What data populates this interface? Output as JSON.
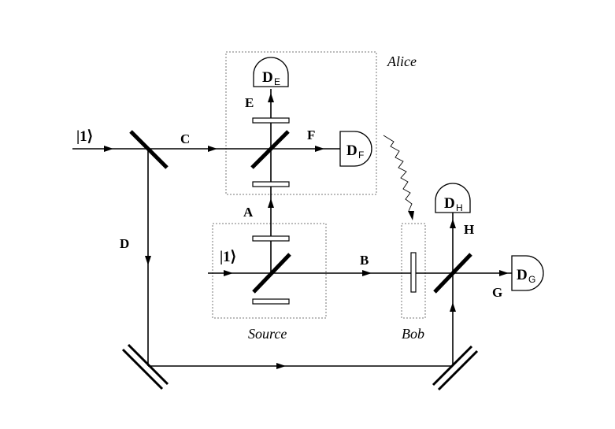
{
  "labels": {
    "C": "C",
    "D": "D",
    "A": "A",
    "B": "B",
    "E": "E",
    "F": "F",
    "G": "G",
    "H": "H"
  },
  "regions": {
    "alice": "Alice",
    "source": "Source",
    "bob": "Bob"
  },
  "inputs": {
    "left_ket": "|1⟩",
    "source_ket": "|1⟩"
  },
  "detectors": {
    "E": {
      "main": "D",
      "sub": "E"
    },
    "F": {
      "main": "D",
      "sub": "F"
    },
    "G": {
      "main": "D",
      "sub": "G"
    },
    "H": {
      "main": "D",
      "sub": "H"
    }
  }
}
